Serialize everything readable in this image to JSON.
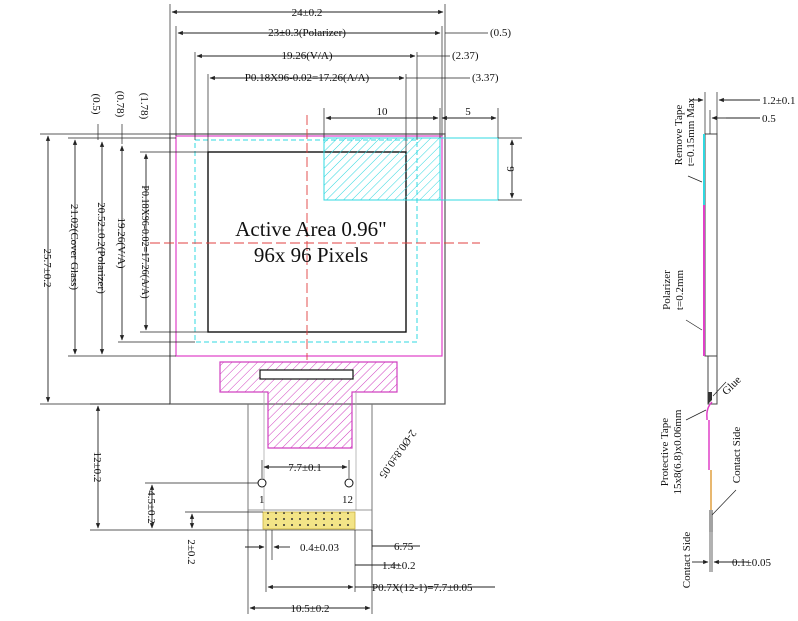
{
  "diagram": {
    "active_area_line1": "Active Area 0.96\"",
    "active_area_line2": "96x 96 Pixels",
    "dims": {
      "overall_width": "24±0.2",
      "polarizer_width": "23±0.3(Polarizer)",
      "va_width": "19.26(V/A)",
      "aa_width": "P0.18X96-0.02=17.26(A/A)",
      "offset_05": "(0.5)",
      "offset_237": "(2.37)",
      "offset_337": "(3.37)",
      "cyan_10": "10",
      "cyan_5": "5",
      "cyan_9": "9",
      "left_05": "(0.5)",
      "left_078": "(0.78)",
      "left_178": "(1.78)",
      "height_total": "25.7±0.2",
      "height_cover": "21.02(Cover Glass)",
      "height_polarizer": "20.52±0.2(Polarizer)",
      "height_va": "19.26(V/A)",
      "height_aa": "P0.18X96-0.02=17.26(A/A)",
      "fpc_length": "12±0.2",
      "pin_pitch_total": "7.7±0.1",
      "hole": "2-Ø0.8±0.05",
      "pin_first": "1",
      "pin_last": "12",
      "hole_height": "4.5±0.2",
      "pad_height": "2±0.2",
      "pad_width": "0.4±0.03",
      "edge_675": "6.75",
      "edge_14": "1.4±0.2",
      "pitch": "P0.7X(12-1)=7.7±0.05",
      "fpc_width": "10.5±0.2"
    },
    "side": {
      "thickness": "1.2±0.1",
      "offset": "0.5",
      "remove_tape_1": "Remove Tape",
      "remove_tape_2": "t=0.15mm Max",
      "polarizer_1": "Polarizer",
      "polarizer_2": "t=0.2mm",
      "glue": "Glue",
      "protective_1": "Protective Tape",
      "protective_2": "15x8(6.8)x0.06mm",
      "contact_side_1": "Contact Side",
      "contact_side_2": "Contact Side",
      "fpc_thickness": "0.1±0.05"
    }
  },
  "colors": {
    "magenta": "#e040c8",
    "cyan": "#30d8e0",
    "red_center": "#e04040",
    "orange_fpc": "#e0a040",
    "yellow_pad": "#f0e080"
  }
}
